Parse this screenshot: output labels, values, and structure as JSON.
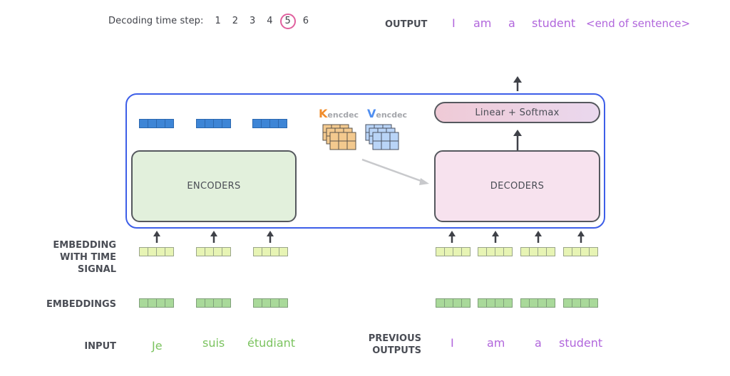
{
  "header": {
    "time_step_label": "Decoding time step:",
    "time_steps": [
      "1",
      "2",
      "3",
      "4",
      "5",
      "6"
    ],
    "current_step": "5",
    "output_label": "OUTPUT",
    "output_words": [
      "I",
      "am",
      "a",
      "student",
      "<end of sentence>"
    ]
  },
  "side_labels": {
    "embedding_time": [
      "EMBEDDING",
      "WITH TIME",
      "SIGNAL"
    ],
    "embeddings": "EMBEDDINGS",
    "input": "INPUT",
    "previous_outputs": [
      "PREVIOUS",
      "OUTPUTS"
    ]
  },
  "blocks": {
    "encoders": "ENCODERS",
    "decoders": "DECODERS",
    "linear_softmax": "Linear + Softmax"
  },
  "kv": {
    "k_letter": "K",
    "k_sub": "encdec",
    "v_letter": "V",
    "v_sub": "encdec"
  },
  "inputs": {
    "encoder_words": [
      "Je",
      "suis",
      "étudiant"
    ],
    "decoder_words": [
      "I",
      "am",
      "a",
      "student"
    ]
  },
  "colors": {
    "container_border": "#3d5ee8",
    "encoder_fill": "#e2f0dc",
    "decoder_fill": "#f7e2ee",
    "input_word": "#7bc35f",
    "output_word": "#b166dc",
    "active_step_ring": "#e0609e",
    "k_color": "#f08c2c",
    "v_color": "#4f8ef0",
    "encoder_output_vector": "#3d85d6",
    "time_signal_vector": "#e7f4b4",
    "embedding_vector": "#a9d99a"
  }
}
